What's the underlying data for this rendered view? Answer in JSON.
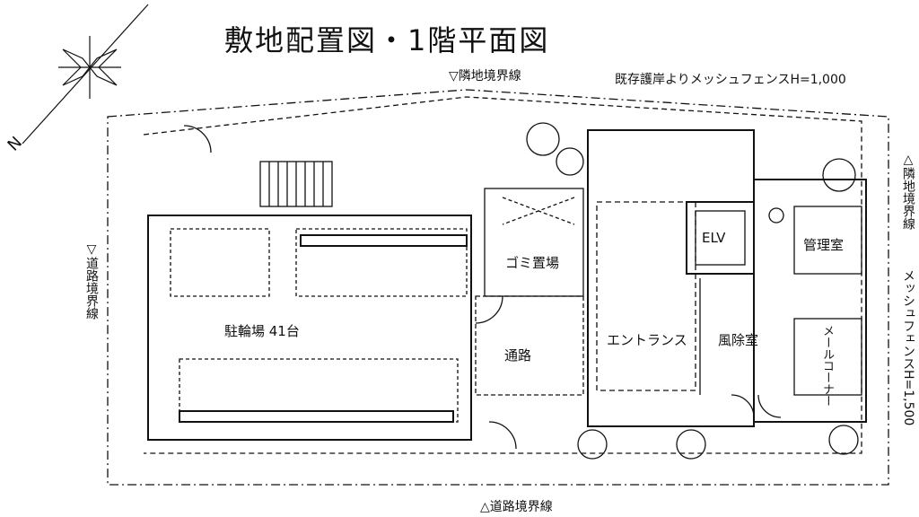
{
  "title": "敷地配置図・1階平面図",
  "compass_letter": "N",
  "boundaries": {
    "top": "▽隣地境界線",
    "bottom": "△道路境界線",
    "left": "▽道路境界線",
    "right": "△隣地境界線"
  },
  "fences": {
    "top": "既存護岸よりメッシュフェンスH=1,000",
    "right": "メッシュフェンスH=1,500"
  },
  "rooms": {
    "bicycle_parking": "駐輪場 41台",
    "garbage": "ゴミ置場",
    "passage": "通路",
    "entrance": "エントランス",
    "windbreak": "風除室",
    "elevator": "ELV",
    "management": "管理室",
    "mail_corner": "メールコーナー"
  }
}
